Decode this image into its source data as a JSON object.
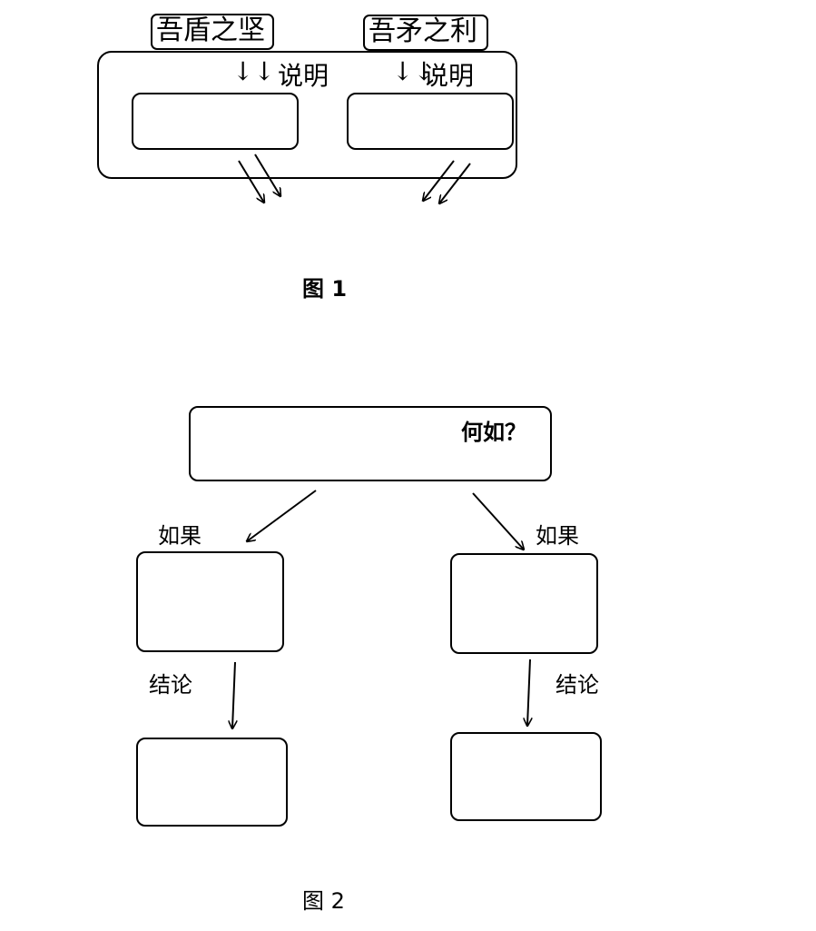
{
  "figure1": {
    "label_left": "吾盾之坚",
    "label_right": "吾矛之利",
    "arrows_left": "↓↓",
    "arrows_right": "↓↓",
    "explain_left": "说明",
    "explain_right": "说明",
    "caption": "图 1"
  },
  "figure2": {
    "top_question": "何如？",
    "if_left": "如果",
    "if_right": "如果",
    "conclusion_left": "结论",
    "conclusion_right": "结论",
    "caption": "图 2"
  }
}
